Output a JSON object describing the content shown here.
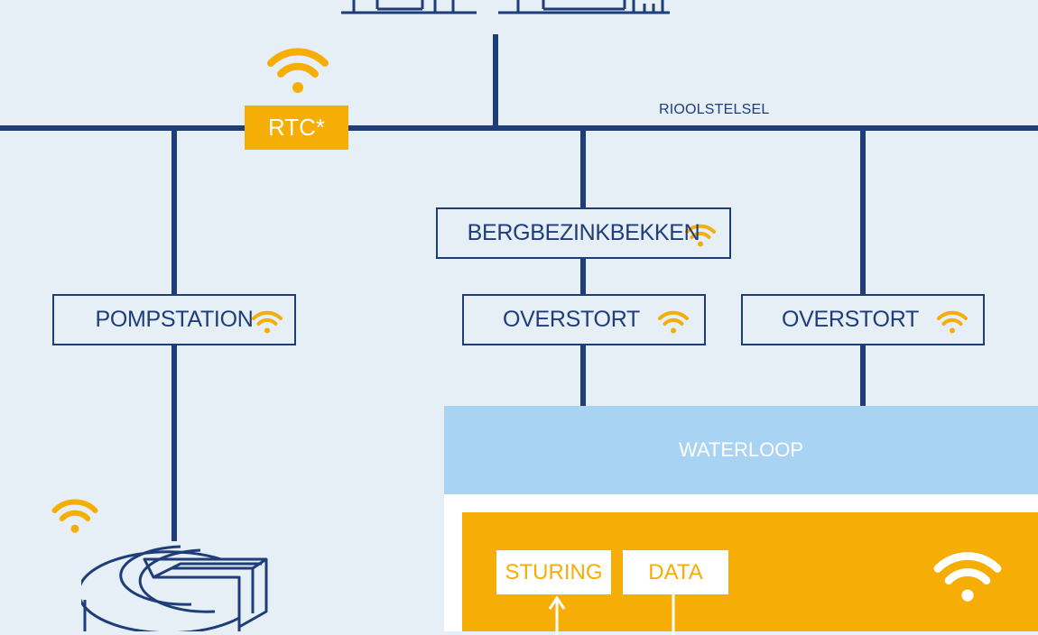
{
  "network_label": "RIOOLSTELSEL",
  "rtc_label": "RTC*",
  "nodes": {
    "bergbezinkbekken": "BERGBEZINKBEKKEN",
    "pompstation": "POMPSTATION",
    "overstort_1": "OVERSTORT",
    "overstort_2": "OVERSTORT"
  },
  "waterloop_label": "WATERLOOP",
  "panel": {
    "sturing_label": "STURING",
    "data_label": "DATA"
  },
  "colors": {
    "line": "#1f3d78",
    "accent": "#f6ad05",
    "water": "#a8d3f2",
    "background": "#e6eef6"
  },
  "icons": [
    "wifi-icon",
    "building-icon",
    "treatment-tank-icon",
    "arrow-up-icon"
  ]
}
